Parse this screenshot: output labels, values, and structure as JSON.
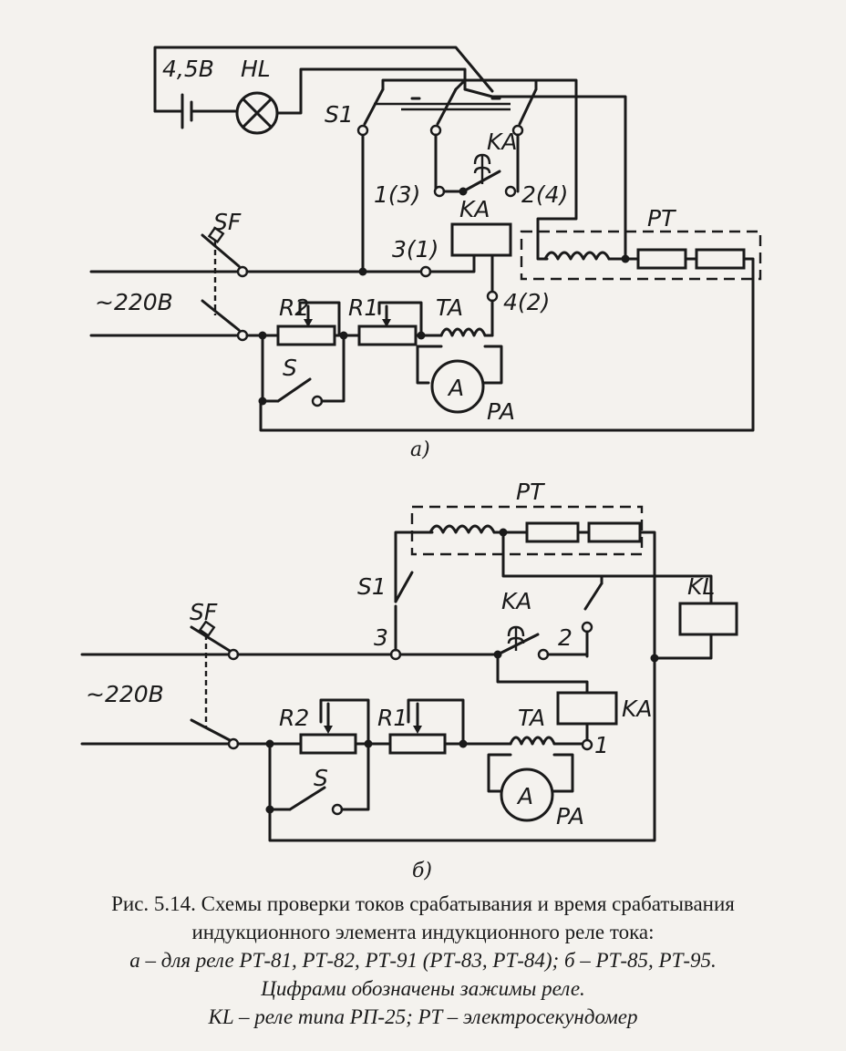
{
  "diagram_a": {
    "battery": "4,5В",
    "lamp": "HL",
    "switch_s1": "S1",
    "relay_contact": "KA",
    "terminal_13": "1(3)",
    "terminal_24": "2(4)",
    "relay_coil": "KA",
    "terminal_31": "3(1)",
    "terminal_42": "4(2)",
    "timer": "PT",
    "breaker": "SF",
    "supply": "~220В",
    "rheostat_r2": "R2",
    "rheostat_r1": "R1",
    "transformer": "TA",
    "ammeter_symbol": "A",
    "ammeter": "PA",
    "switch_s": "S",
    "sublabel": "а)"
  },
  "diagram_b": {
    "timer": "PT",
    "switch_s1": "S1",
    "relay_kl": "KL",
    "breaker": "SF",
    "relay_contact": "KA",
    "terminal_3": "3",
    "terminal_2": "2",
    "supply": "~220В",
    "rheostat_r2": "R2",
    "rheostat_r1": "R1",
    "transformer": "TA",
    "relay_coil": "KA",
    "terminal_1": "1",
    "switch_s": "S",
    "ammeter_symbol": "A",
    "ammeter": "PA",
    "sublabel": "б)"
  },
  "caption": {
    "line1": "Рис. 5.14. Схемы проверки токов срабатывания и время срабатывания",
    "line2": "индукционного элемента индукционного реле тока:",
    "line3": "а – для реле РТ-81, РТ-82, РТ-91 (РТ-83, РТ-84); б – РТ-85, РТ-95.",
    "line4": "Цифрами обозначены зажимы реле.",
    "line5": "KL – реле типа РП-25; PT – электросекундомер"
  }
}
